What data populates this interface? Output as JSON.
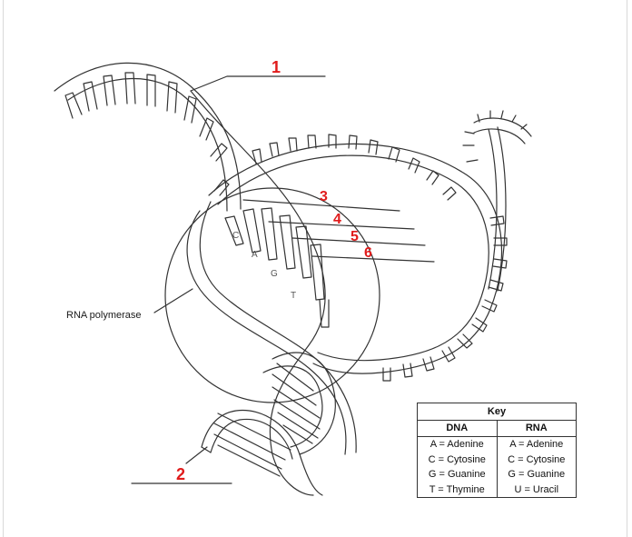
{
  "labels": {
    "marker_1": "1",
    "marker_2": "2",
    "marker_3": "3",
    "marker_4": "4",
    "marker_5": "5",
    "marker_6": "6",
    "rna_polymerase": "RNA polymerase"
  },
  "bases": {
    "c": "C",
    "a": "A",
    "g": "G",
    "t": "T"
  },
  "key": {
    "title": "Key",
    "dna_header": "DNA",
    "rna_header": "RNA",
    "dna": [
      "A = Adenine",
      "C = Cytosine",
      "G = Guanine",
      "T = Thymine"
    ],
    "rna": [
      "A = Adenine",
      "C = Cytosine",
      "G = Guanine",
      "U = Uracil"
    ]
  },
  "colors": {
    "marker": "#e01b1b",
    "line": "#333333"
  }
}
